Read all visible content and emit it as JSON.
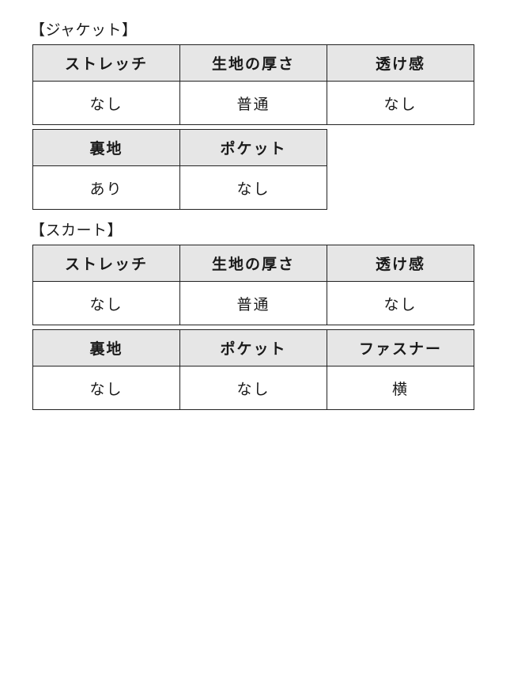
{
  "jacket": {
    "title": "【ジャケット】",
    "table1": {
      "headers": [
        "ストレッチ",
        "生地の厚さ",
        "透け感"
      ],
      "values": [
        "なし",
        "普通",
        "なし"
      ]
    },
    "table2": {
      "headers": [
        "裏地",
        "ポケット"
      ],
      "values": [
        "あり",
        "なし"
      ]
    }
  },
  "skirt": {
    "title": "【スカート】",
    "table1": {
      "headers": [
        "ストレッチ",
        "生地の厚さ",
        "透け感"
      ],
      "values": [
        "なし",
        "普通",
        "なし"
      ]
    },
    "table2": {
      "headers": [
        "裏地",
        "ポケット",
        "ファスナー"
      ],
      "values": [
        "なし",
        "なし",
        "横"
      ]
    }
  },
  "colors": {
    "header_bg": "#e6e6e6",
    "border": "#222222",
    "text": "#1a1a1a"
  }
}
